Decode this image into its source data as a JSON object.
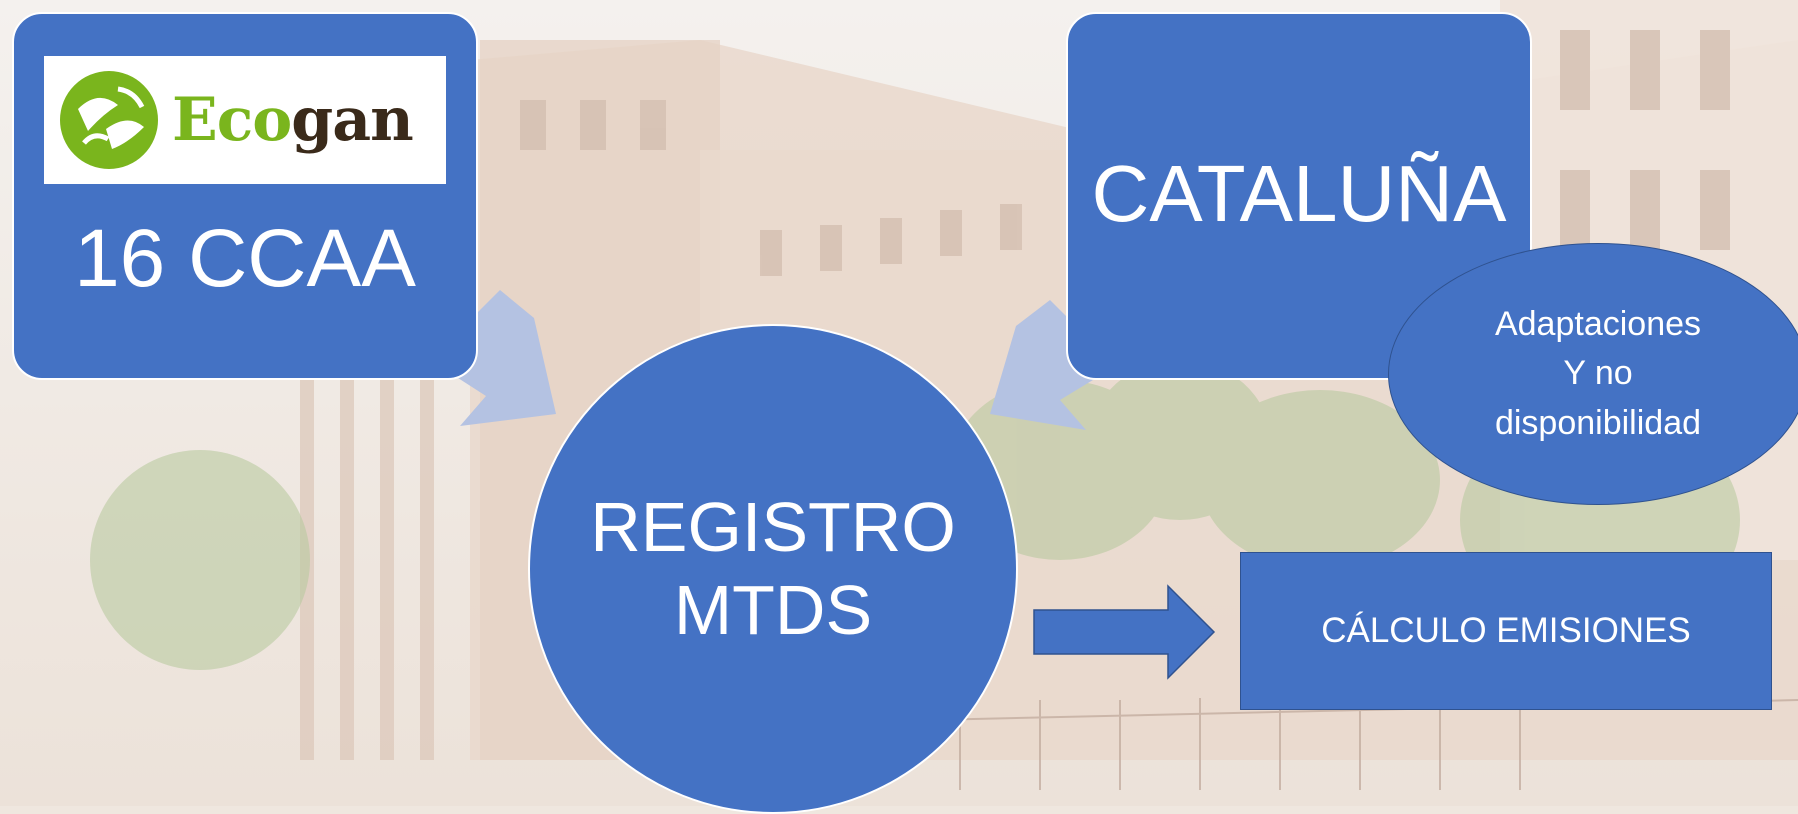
{
  "logo": {
    "brand_part1": "Eco",
    "brand_part2": "gan"
  },
  "nodes": {
    "ccaa": "16 CCAA",
    "cataluna": "CATALUÑA",
    "registro_line1": "REGISTRO",
    "registro_line2": "MTDS",
    "adaptaciones_line1": "Adaptaciones",
    "adaptaciones_line2": "Y no",
    "adaptaciones_line3": "disponibilidad",
    "calculo": "CÁLCULO EMISIONES"
  },
  "colors": {
    "node_fill": "#4472c4",
    "node_border": "#2f528f",
    "arrow_light": "#b4c2e2",
    "logo_green": "#7ab51d",
    "logo_brown": "#3a2a1a"
  }
}
